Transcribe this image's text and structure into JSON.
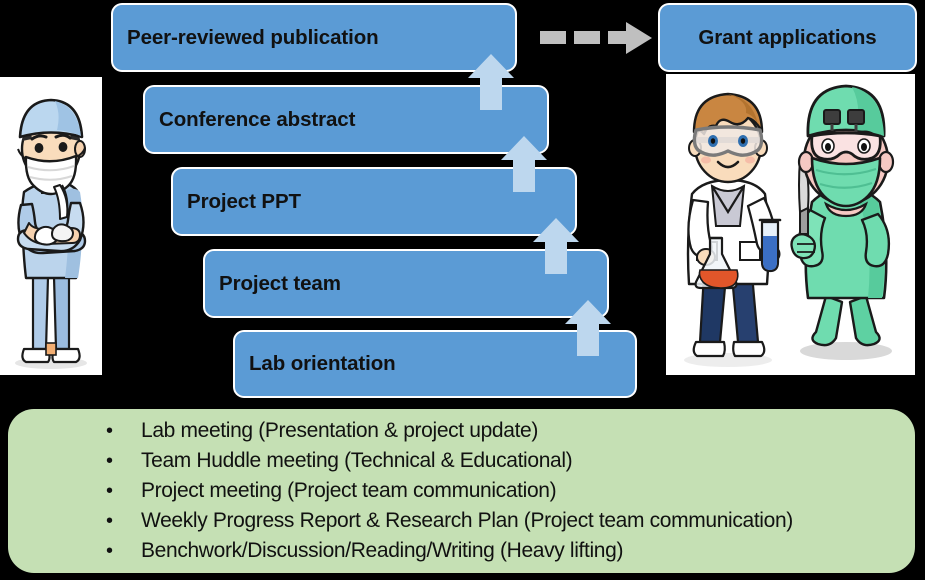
{
  "diagram": {
    "title_absent": true,
    "colors": {
      "box_blue": "#5B9BD5",
      "arrow_light_blue": "#BDD7EE",
      "panel_green": "#C5E0B4",
      "dashed_arrow_grey": "#BFBFBF",
      "background": "#000000",
      "text": "#111111"
    },
    "steps": [
      {
        "label": "Peer-reviewed publication"
      },
      {
        "label": "Conference abstract"
      },
      {
        "label": "Project PPT"
      },
      {
        "label": "Project team"
      },
      {
        "label": "Lab orientation"
      }
    ],
    "outcome": {
      "label": "Grant applications"
    },
    "connector_arrows": {
      "up_arrow_count": 4,
      "dashed_arrow_segments": 3,
      "dashed_arrow_direction": "right"
    },
    "bullets": [
      "Lab meeting (Presentation & project update)",
      "Team Huddle meeting (Technical & Educational)",
      "Project meeting (Project team communication)",
      "Weekly Progress Report & Research Plan (Project team communication)",
      "Benchwork/Discussion/Reading/Writing (Heavy lifting)"
    ],
    "images": {
      "left": {
        "name": "surgeon-blue-scrubs-illustration",
        "alt": "Cartoon surgeon in blue scrubs with surgical mask and cap, arms crossed"
      },
      "right": {
        "name": "scientist-and-surgeon-illustration",
        "alt": "Cartoon boy scientist in lab coat with goggles holding test tube and flask, next to cartoon surgeon in green scrubs holding a scalpel"
      }
    }
  }
}
